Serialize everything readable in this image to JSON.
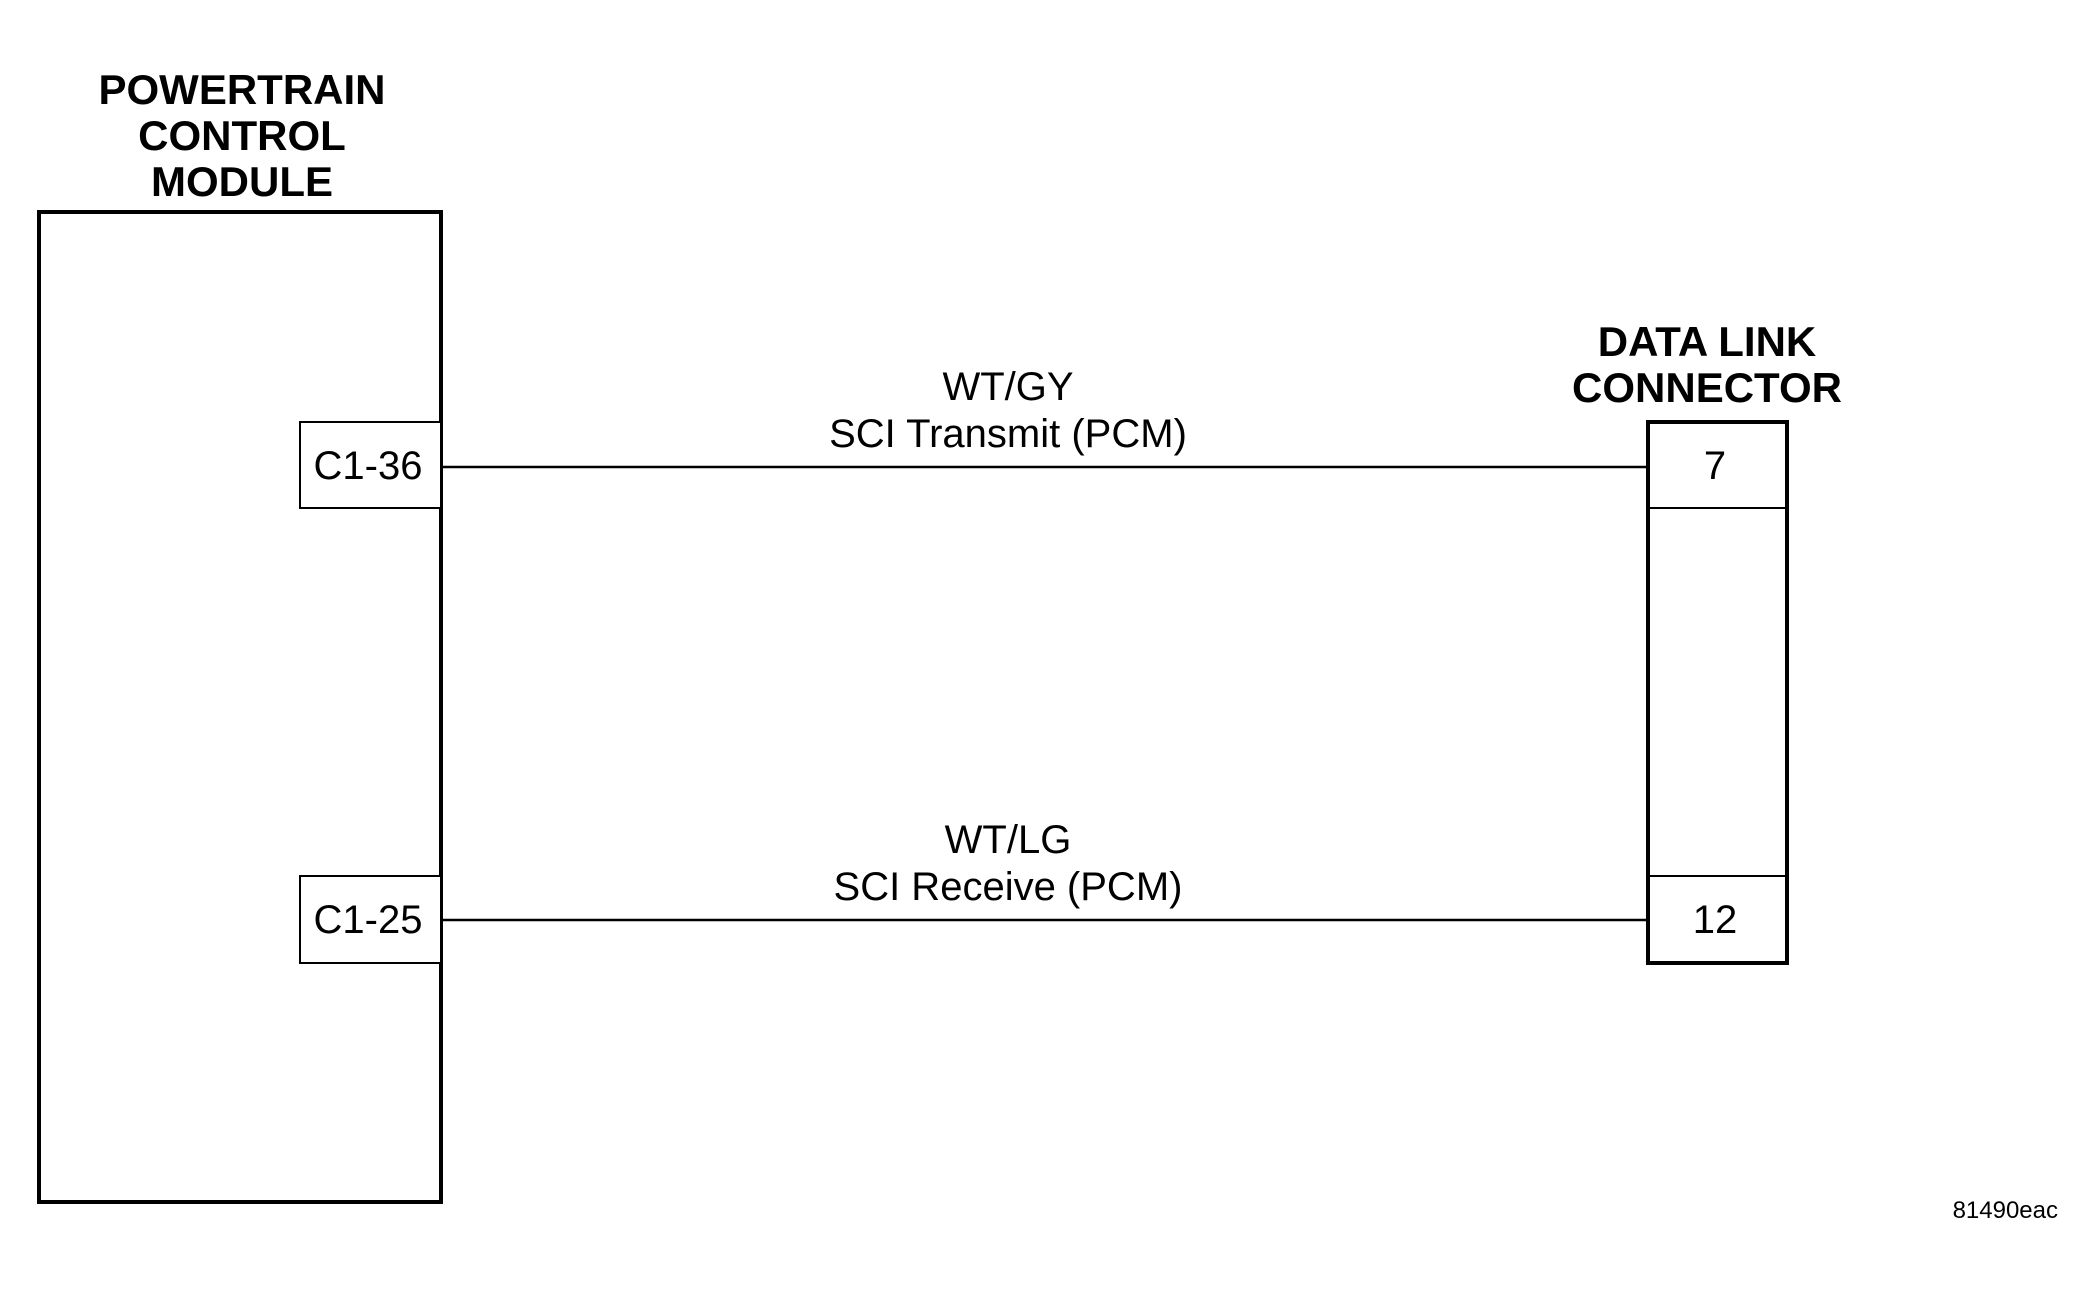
{
  "pcm": {
    "title_lines": [
      "POWERTRAIN",
      "CONTROL",
      "MODULE"
    ],
    "pins": [
      "C1-36",
      "C1-25"
    ]
  },
  "dlc": {
    "title_lines": [
      "DATA LINK",
      "CONNECTOR"
    ],
    "pins": [
      "7",
      "12"
    ]
  },
  "wires": [
    {
      "color_code": "WT/GY",
      "signal": "SCI Transmit (PCM)"
    },
    {
      "color_code": "WT/LG",
      "signal": "SCI Receive (PCM)"
    }
  ],
  "figure_id": "81490eac"
}
